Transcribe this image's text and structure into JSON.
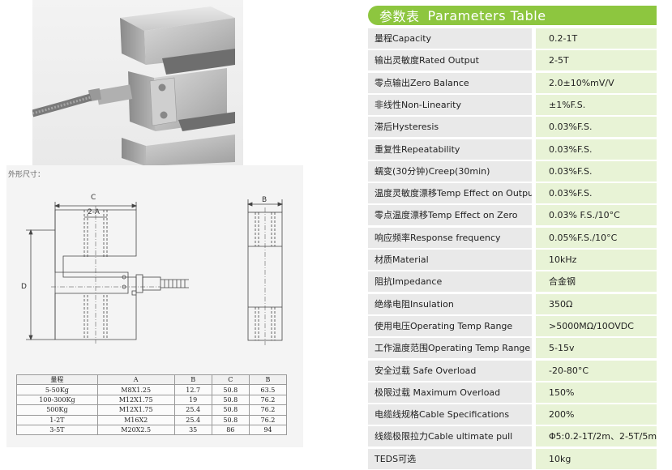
{
  "drawing": {
    "label": "外形尺寸：",
    "dim_c": "C",
    "dim_2a": "2-A",
    "dim_b": "B",
    "dim_d": "D"
  },
  "dimension_table": {
    "headers": [
      "量程",
      "A",
      "B",
      "C",
      "B"
    ],
    "rows": [
      [
        "5-50Kg",
        "M8X1.25",
        "12.7",
        "50.8",
        "63.5"
      ],
      [
        "100-300Kg",
        "M12X1.75",
        "19",
        "50.8",
        "76.2"
      ],
      [
        "500Kg",
        "M12X1.75",
        "25.4",
        "50.8",
        "76.2"
      ],
      [
        "1-2T",
        "M16X2",
        "25.4",
        "50.8",
        "76.2"
      ],
      [
        "3-5T",
        "M20X2.5",
        "35",
        "86",
        "94"
      ]
    ]
  },
  "params": {
    "title_cn": "参数表",
    "title_en": "Parameters Table",
    "rows": [
      {
        "label": "量程Capacity",
        "value": "0.2-1T"
      },
      {
        "label": "输出灵敏度Rated Output",
        "value": "2-5T"
      },
      {
        "label": "零点输出Zero Balance",
        "value": "2.0±10%mV/V"
      },
      {
        "label": "非线性Non-Linearity",
        "value": "±1%F.S."
      },
      {
        "label": "滞后Hysteresis",
        "value": "0.03%F.S."
      },
      {
        "label": "重复性Repeatability",
        "value": "0.03%F.S."
      },
      {
        "label": "蠕变(30分钟)Creep(30min)",
        "value": "0.03%F.S."
      },
      {
        "label": "温度灵敏度漂移Temp Effect on Output",
        "value": "0.03%F.S."
      },
      {
        "label": "零点温度漂移Temp Effect on Zero",
        "value": "0.03% F.S./10°C"
      },
      {
        "label": "响应频率Response frequency",
        "value": "0.05%F.S./10°C"
      },
      {
        "label": "材质Material",
        "value": "10kHz"
      },
      {
        "label": "阻抗Impedance",
        "value": "合金钢"
      },
      {
        "label": "绝缘电阻Insulation",
        "value": "350Ω"
      },
      {
        "label": "使用电压Operating Temp Range",
        "value": ">5000MΩ/10OVDC"
      },
      {
        "label": "工作温度范围Operating Temp Range",
        "value": "5-15v"
      },
      {
        "label": "安全过载 Safe Overload",
        "value": "-20-80°C"
      },
      {
        "label": "极限过载 Maximum Overload",
        "value": "150%"
      },
      {
        "label": "电缆线规格Cable Specifications",
        "value": "200%"
      },
      {
        "label": "线缆极限拉力Cable ultimate pull",
        "value": "Φ5:0.2-1T/2m、2-5T/5m"
      },
      {
        "label": "TEDS可选",
        "value": "10kg"
      }
    ]
  }
}
